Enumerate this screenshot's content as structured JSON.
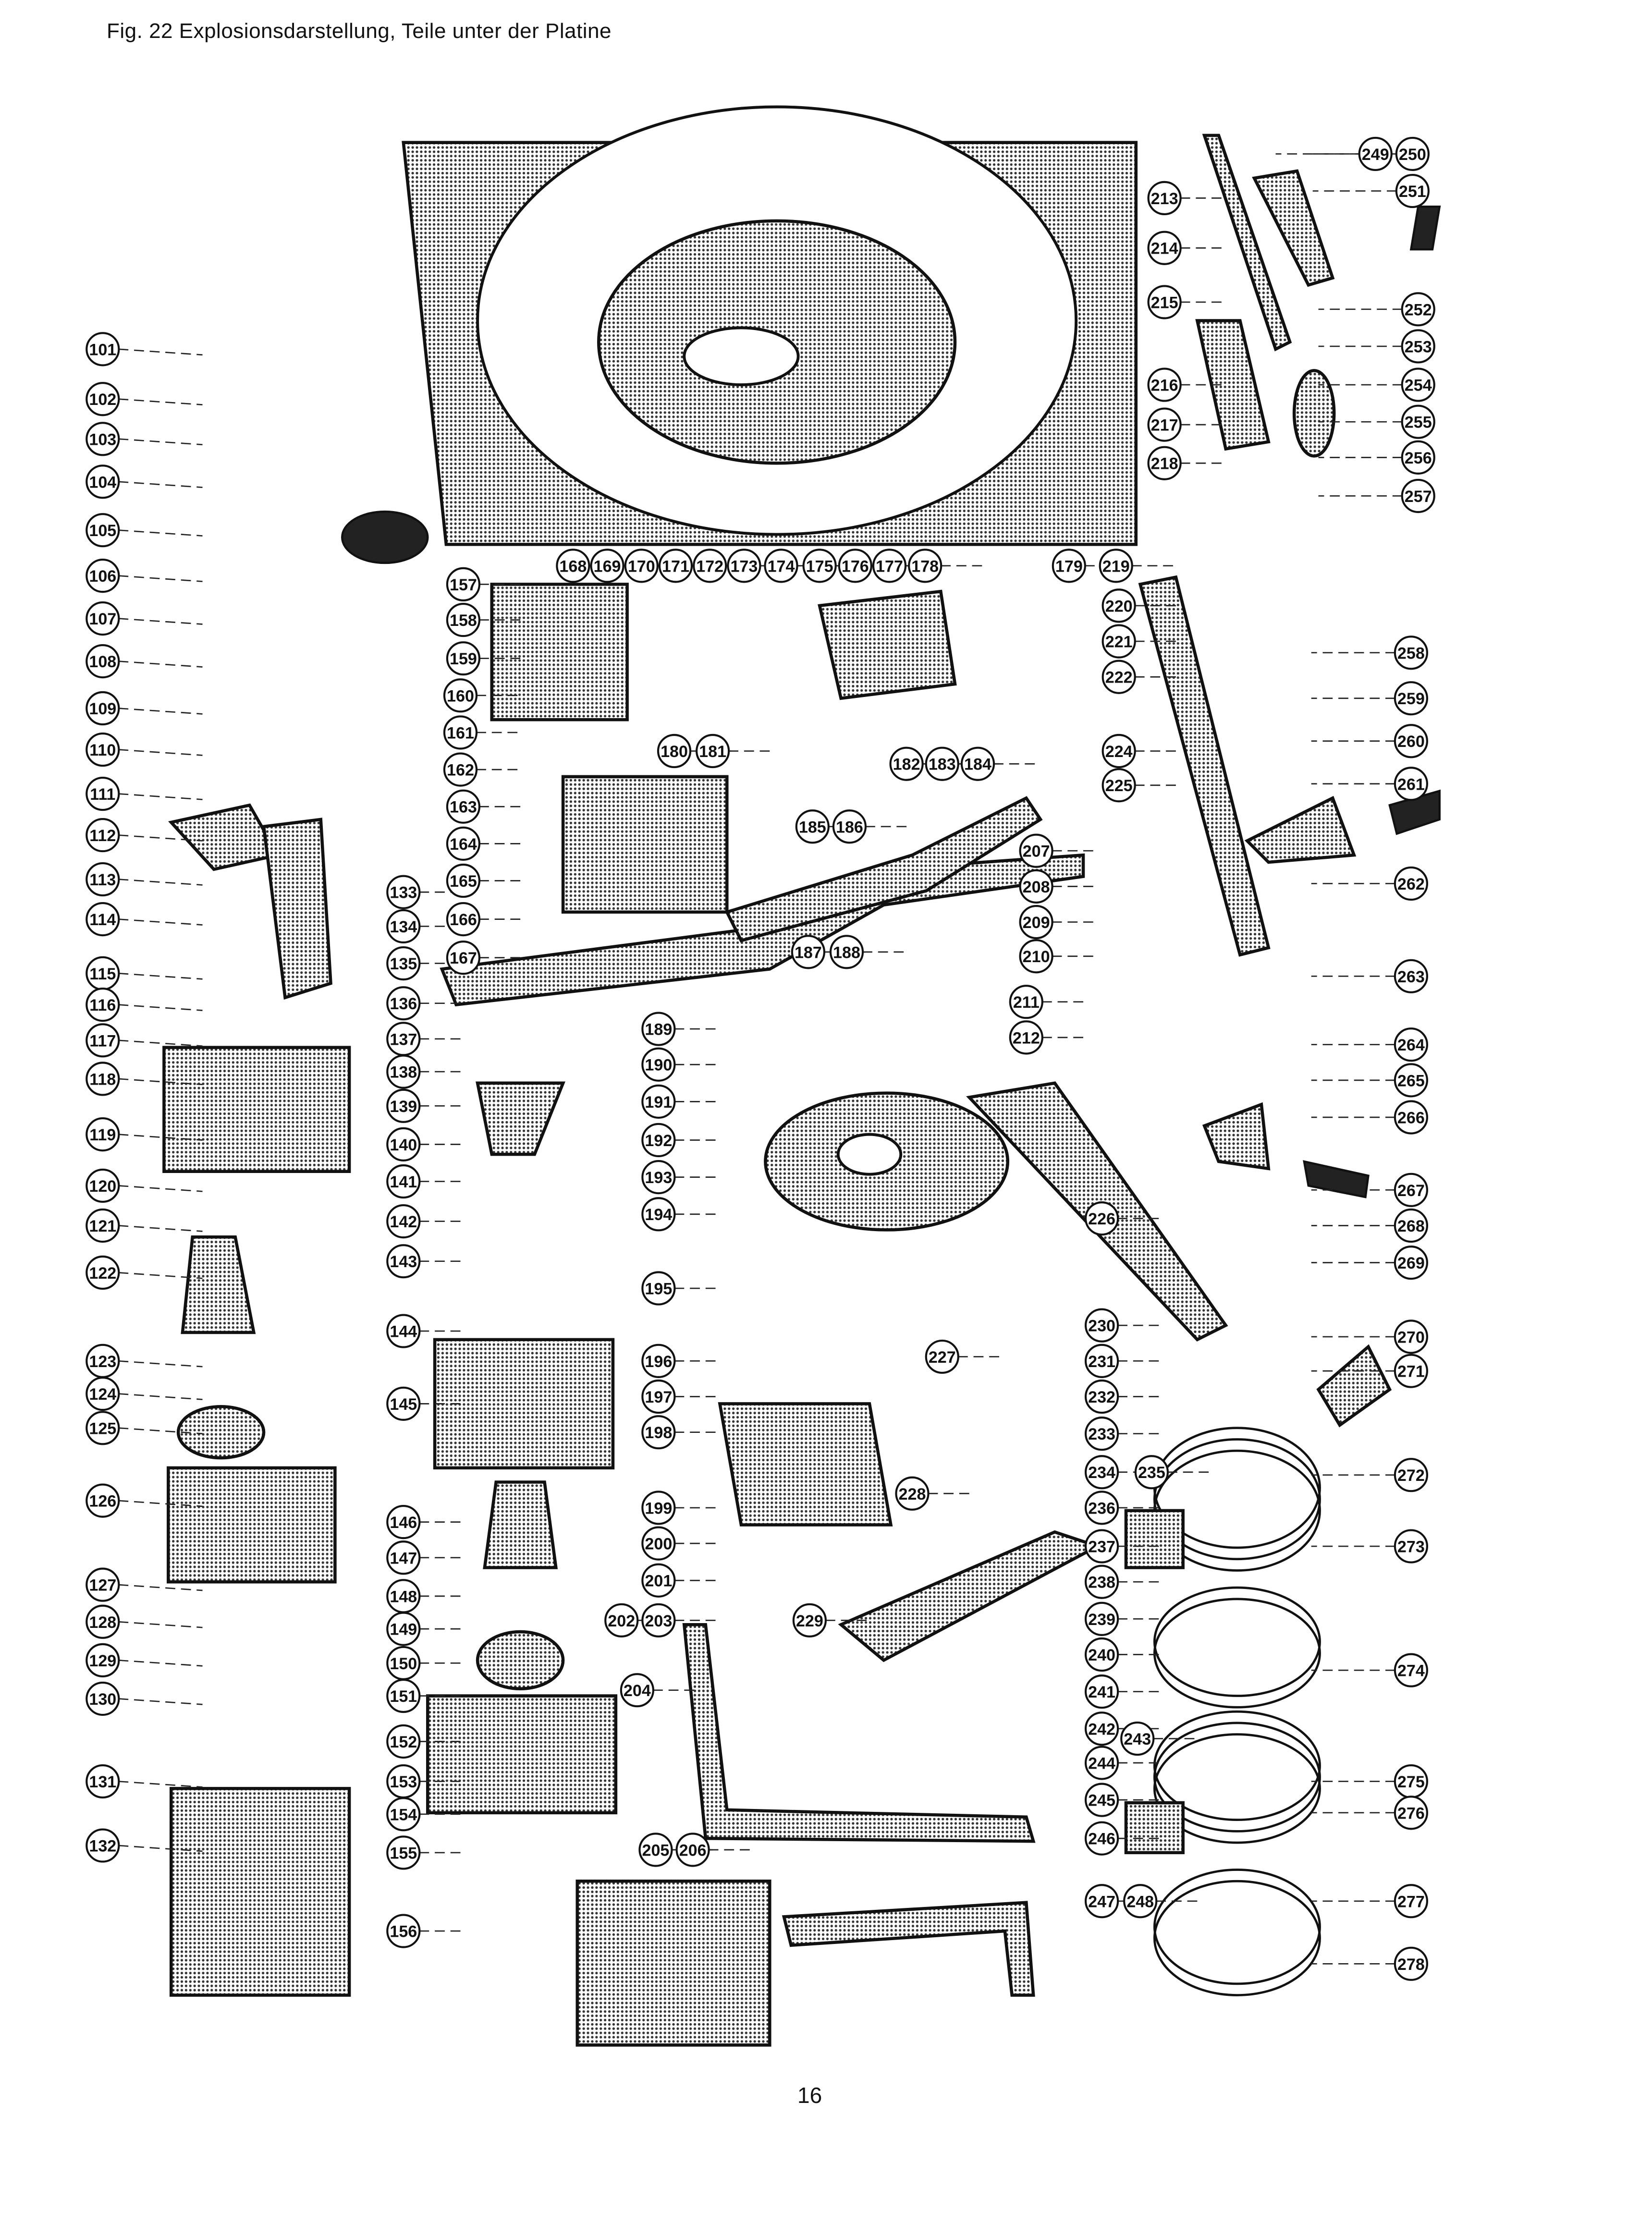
{
  "header": {
    "title": "Fig. 22   Explosionsdarstellung, Teile unter der Platine"
  },
  "footer": {
    "page_number": "16"
  },
  "callouts": [
    "101",
    "102",
    "103",
    "104",
    "105",
    "106",
    "107",
    "108",
    "109",
    "110",
    "111",
    "112",
    "113",
    "114",
    "115",
    "116",
    "117",
    "118",
    "119",
    "120",
    "121",
    "122",
    "123",
    "124",
    "125",
    "126",
    "127",
    "128",
    "129",
    "130",
    "131",
    "132",
    "133",
    "134",
    "135",
    "136",
    "137",
    "138",
    "139",
    "140",
    "141",
    "142",
    "143",
    "144",
    "145",
    "146",
    "147",
    "148",
    "149",
    "150",
    "151",
    "152",
    "153",
    "154",
    "155",
    "156",
    "157",
    "158",
    "159",
    "160",
    "161",
    "162",
    "163",
    "164",
    "165",
    "166",
    "167",
    "168",
    "169",
    "170",
    "171",
    "172",
    "173",
    "174",
    "175",
    "176",
    "177",
    "178",
    "179",
    "180",
    "181",
    "182",
    "183",
    "184",
    "185",
    "186",
    "187",
    "188",
    "189",
    "190",
    "191",
    "192",
    "193",
    "194",
    "195",
    "196",
    "197",
    "198",
    "199",
    "200",
    "201",
    "202",
    "203",
    "204",
    "205",
    "206",
    "207",
    "208",
    "209",
    "210",
    "211",
    "212",
    "213",
    "214",
    "215",
    "216",
    "217",
    "218",
    "219",
    "220",
    "221",
    "222",
    "224",
    "225",
    "226",
    "227",
    "228",
    "229",
    "230",
    "231",
    "232",
    "233",
    "234",
    "235",
    "236",
    "237",
    "238",
    "239",
    "240",
    "241",
    "242",
    "243",
    "244",
    "245",
    "246",
    "247",
    "248",
    "249",
    "250",
    "251",
    "252",
    "253",
    "254",
    "255",
    "256",
    "257",
    "258",
    "259",
    "260",
    "261",
    "262",
    "263",
    "264",
    "265",
    "266",
    "267",
    "268",
    "269",
    "270",
    "271",
    "272",
    "273",
    "274",
    "275",
    "276",
    "277",
    "278"
  ]
}
